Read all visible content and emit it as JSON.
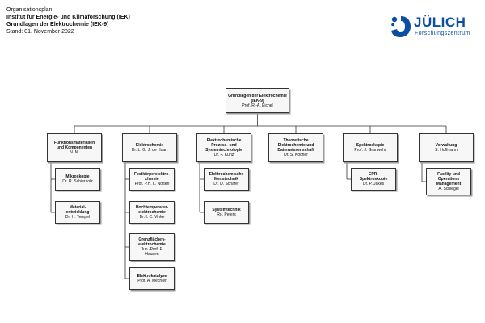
{
  "header": {
    "line1": "Organisationsplan",
    "line2": "Institut für Energie- und Klimaforschung (IEK)",
    "line3": "Grundlagen der Elektrochemie (IEK-9)",
    "line4": "Stand: 01. November 2022"
  },
  "logo": {
    "name": "JÜLICH",
    "sub": "Forschungszentrum",
    "color": "#0b4ea2"
  },
  "root": {
    "title": "Grundlagen der Elektrochemie\n(IEK-9)",
    "person": "Prof. R.-A. Eichel"
  },
  "columns": [
    {
      "head": {
        "title": "Funktionsmaterialien\nund Komponenten",
        "person": "N. N."
      },
      "children": [
        {
          "title": "Mikroskopie",
          "person": "Dr. R. Schierholz"
        },
        {
          "title": "Material-\nentwicklung",
          "person": "Dr. H. Tempel"
        }
      ]
    },
    {
      "head": {
        "title": "Elektrochemie",
        "person": "Dr. L. G. J. de Haart"
      },
      "children": [
        {
          "title": "Festkörperelektro-\nchemie",
          "person": "Prof. P.H. L. Notten"
        },
        {
          "title": "Hochtemperatur-\nelektrochemie",
          "person": "Dr. I. C. Vinke"
        },
        {
          "title": "Grenzflächen-\nelektrochemie",
          "person": "Jun.-Prof. F.\nHausen"
        },
        {
          "title": "Elektrokatalyse",
          "person": "Prof. A. Mechler"
        }
      ]
    },
    {
      "head": {
        "title": "Elektrochemische\nProzess- und\nSystemtechnologie",
        "person": "Dr. F. Kunz"
      },
      "children": [
        {
          "title": "Elektrochemische\nMesstechnik",
          "person": "Dr. D. Schäfer"
        },
        {
          "title": "Systemtechnik",
          "person": "Ro. Peters"
        }
      ]
    },
    {
      "head": {
        "title": "Theoretische\nElektrochemie und\nDatenwissenschaft",
        "person": "Dr. S. Köcher"
      },
      "children": []
    },
    {
      "head": {
        "title": "Spektroskopie",
        "person": "Prof. J. Granwehr"
      },
      "children": [
        {
          "title": "EPR-\nSpektroskopie",
          "person": "Dr. P. Jakes"
        }
      ]
    },
    {
      "head": {
        "title": "Verwaltung",
        "person": "S. Hoffmann"
      },
      "children": [
        {
          "title": "Facility und\nOperations\nManagement",
          "person": "A. Schlegel"
        }
      ]
    }
  ]
}
